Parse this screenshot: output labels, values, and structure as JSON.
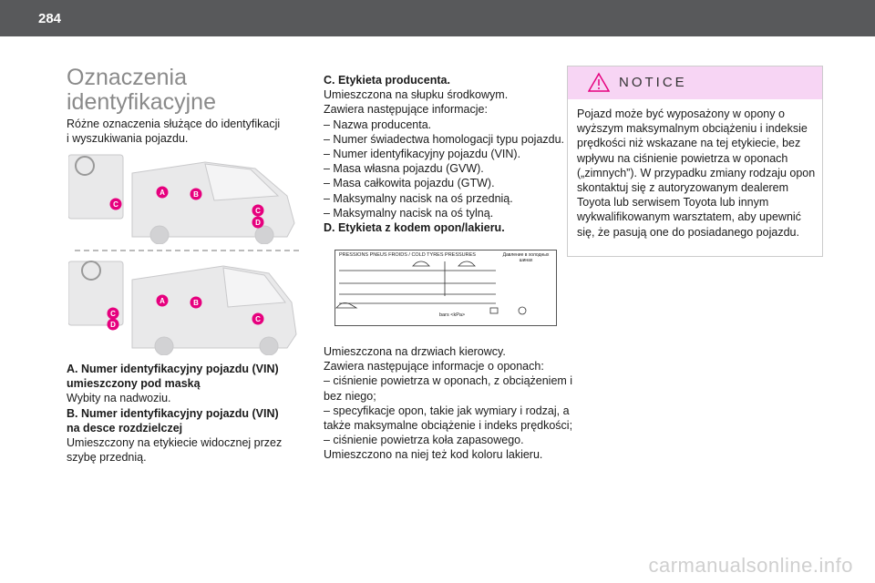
{
  "page": {
    "number": "284"
  },
  "section": {
    "title": "Oznaczenia identyfikacyjne",
    "intro": "Różne oznaczenia służące do identyfikacji i wyszukiwania pojazdu."
  },
  "diagram": {
    "markers": [
      "A",
      "B",
      "C",
      "D"
    ]
  },
  "left": {
    "a_title": "A. Numer identyfikacyjny pojazdu (VIN) umieszczony pod maską",
    "a_text": "Wybity na nadwoziu.",
    "b_title": "B. Numer identyfikacyjny pojazdu (VIN) na desce rozdzielczej",
    "b_text": "Umieszczony na etykiecie widocznej przez szybę przednią."
  },
  "middle": {
    "c_title": "C. Etykieta producenta.",
    "c_lines": [
      "Umieszczona na słupku środkowym.",
      "Zawiera następujące informacje:",
      "– Nazwa producenta.",
      "– Numer świadectwa homologacji typu pojazdu.",
      "– Numer identyfikacyjny pojazdu (VIN).",
      "– Masa własna pojazdu (GVW).",
      "– Masa całkowita pojazdu (GTW).",
      "– Maksymalny nacisk na oś przednią.",
      "– Maksymalny nacisk na oś tylną."
    ],
    "d_title": "D. Etykieta z kodem opon/lakieru.",
    "label": {
      "header": "PRESSIONS PNEUS FROIDS / COLD TYRES PRESSURES",
      "header_right": "Давление в холодных шинах",
      "units": "bars   <kPa>"
    },
    "d_lines": [
      "Umieszczona na drzwiach kierowcy.",
      "Zawiera następujące informacje o oponach:",
      "– ciśnienie powietrza w oponach, z obciążeniem i bez niego;",
      "– specyfikacje opon, takie jak wymiary i rodzaj, a także maksymalne obciążenie i indeks prędkości;",
      "– ciśnienie powietrza koła zapasowego.",
      "Umieszczono na niej też kod koloru lakieru."
    ]
  },
  "notice": {
    "title": "NOTICE",
    "text": "Pojazd może być wyposażony w opony o wyższym maksymalnym obciążeniu i indeksie prędkości niż wskazane na tej etykiecie, bez wpływu na ciśnienie powietrza w oponach („zimnych”). W przypadku zmiany rodzaju opon skontaktuj się z autoryzowanym dealerem Toyota lub serwisem Toyota lub innym wykwalifikowanym warsztatem, aby upewnić się, że pasują one do posiadanego pojazdu."
  },
  "watermark": "carmanualsonline.info",
  "colors": {
    "topbar": "#58595b",
    "marker": "#e6007e",
    "notice_header": "#f7d5f4"
  }
}
